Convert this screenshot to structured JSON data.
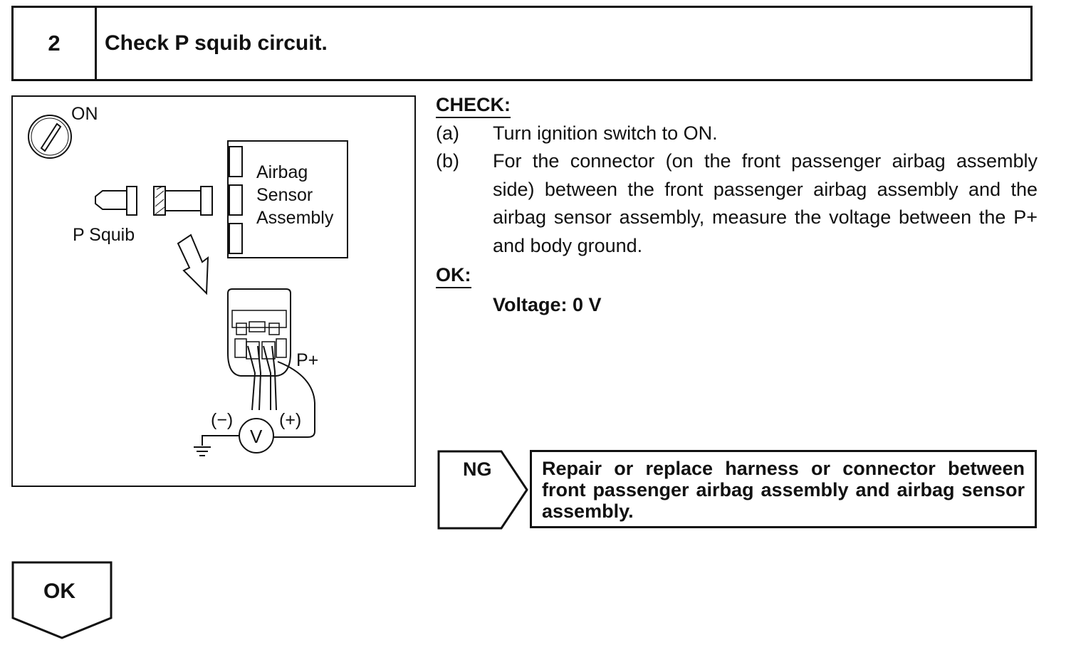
{
  "step": {
    "number": "2",
    "title": "Check P squib circuit."
  },
  "figure": {
    "ignition_label": "ON",
    "module_label_line1": "Airbag",
    "module_label_line2": "Sensor",
    "module_label_line3": "Assembly",
    "squib_label": "P Squib",
    "terminal_label": "P+",
    "negative_label": "(−)",
    "positive_label": "(+)",
    "meter_symbol": "V"
  },
  "check": {
    "heading": "CHECK:",
    "items": [
      {
        "label": "(a)",
        "text": "Turn ignition switch to ON."
      },
      {
        "label": "(b)",
        "text": "For the connector (on the front passenger airbag assembly side) between the front passenger airbag assembly and the airbag sensor assembly, measure the voltage between the P+ and body ground."
      }
    ]
  },
  "ok": {
    "heading": "OK:",
    "value": "Voltage: 0 V"
  },
  "ng": {
    "label": "NG",
    "action": "Repair or replace harness or connector between front passenger airbag assembly and airbag sensor assembly."
  },
  "ok_branch": {
    "label": "OK"
  }
}
